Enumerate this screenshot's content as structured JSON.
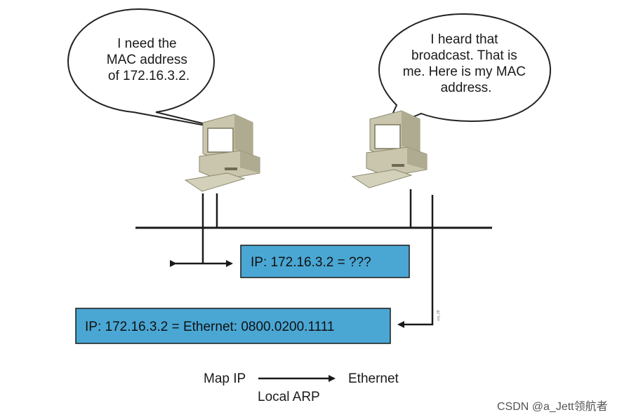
{
  "bubbles": {
    "left": [
      "I need the",
      "MAC address",
      "of 172.16.3.2."
    ],
    "right": [
      "I heard that",
      "broadcast. That is",
      "me. Here is my MAC",
      "address."
    ]
  },
  "boxes": {
    "request": "IP: 172.16.3.2 = ???",
    "reply": "IP: 172.16.3.2 = Ethernet: 0800.0200.1111"
  },
  "legend": {
    "from": "Map IP",
    "to": "Ethernet",
    "method": "Local ARP"
  },
  "figure_code": "arp_08",
  "watermark": "CSDN @a_Jett领航者",
  "colors": {
    "box_fill": "#4aa7d4",
    "computer_body": "#c9c6ad",
    "computer_dark": "#9f9b80",
    "screen": "#ffffff",
    "line": "#1a1a1a"
  },
  "icons": [
    "computer-icon",
    "computer-icon"
  ]
}
